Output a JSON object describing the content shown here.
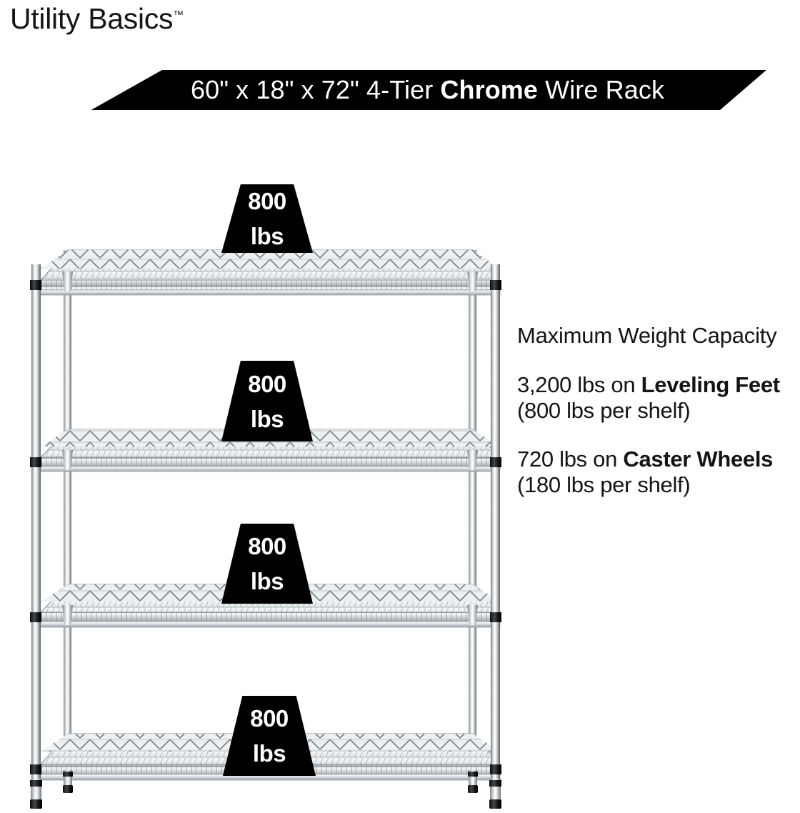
{
  "brand": {
    "name": "Utility Basics",
    "trademark": "™"
  },
  "banner": {
    "dimensions": "60\" x 18\" x 72\"",
    "tier": "4-Tier",
    "material": "Chrome",
    "product": "Wire Rack",
    "full_text_prefix": "60\" x 18\" x 72\" 4-Tier ",
    "full_text_bold": "Chrome",
    "full_text_suffix": " Wire Rack",
    "background_color": "#000000",
    "text_color": "#ffffff"
  },
  "info": {
    "heading": "Maximum Weight Capacity",
    "leveling": {
      "prefix": "3,200 lbs on ",
      "bold": "Leveling Feet",
      "suffix": " (800 lbs per shelf)",
      "total": "3,200 lbs",
      "per_shelf": "800 lbs",
      "mount": "Leveling Feet"
    },
    "caster": {
      "prefix": "720 lbs on ",
      "bold": "Caster Wheels",
      "suffix": " (180 lbs per shelf)",
      "total": "720 lbs",
      "per_shelf": "180 lbs",
      "mount": "Caster Wheels"
    }
  },
  "rack": {
    "tiers": 4,
    "finish_color": "#c8ced2",
    "post_collar_color": "#111111",
    "shelves": [
      {
        "index": 1,
        "label_num": "800",
        "label_unit": "lbs"
      },
      {
        "index": 2,
        "label_num": "800",
        "label_unit": "lbs"
      },
      {
        "index": 3,
        "label_num": "800",
        "label_unit": "lbs"
      },
      {
        "index": 4,
        "label_num": "800",
        "label_unit": "lbs"
      }
    ]
  }
}
